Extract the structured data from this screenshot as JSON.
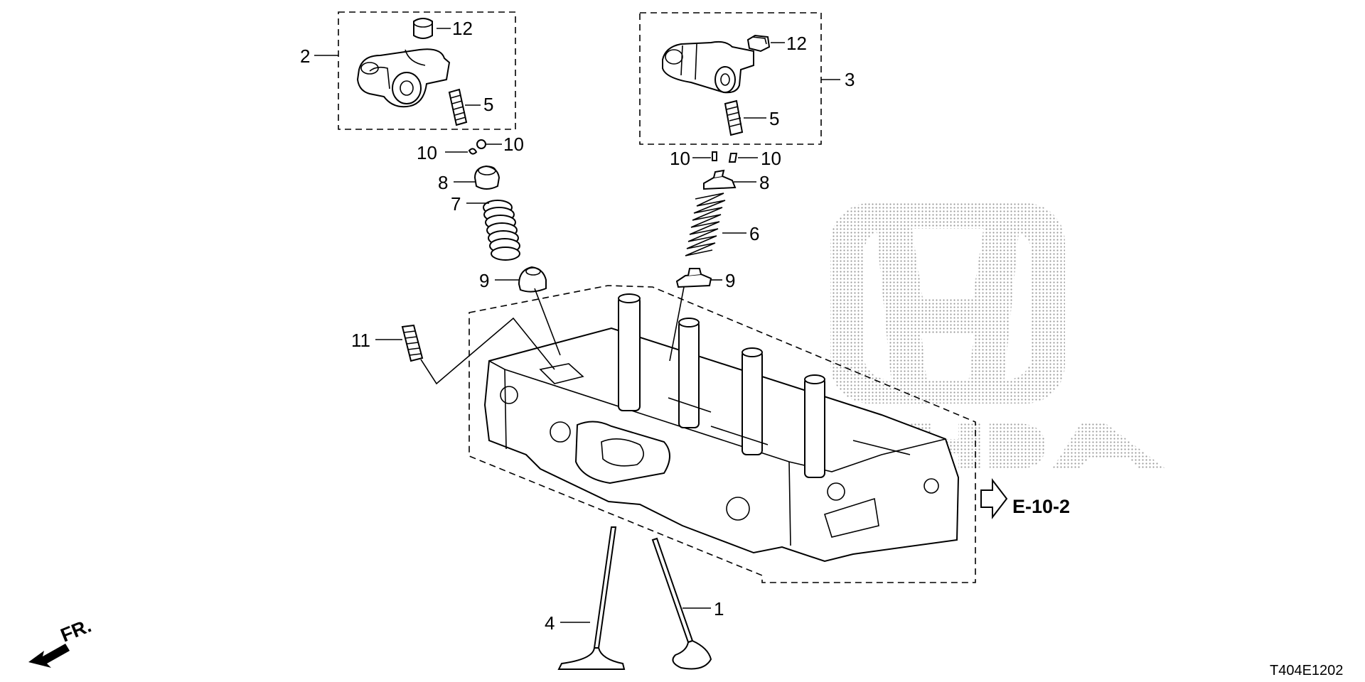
{
  "callouts": {
    "c1": "1",
    "c2": "2",
    "c3": "3",
    "c4": "4",
    "c5a": "5",
    "c5b": "5",
    "c6": "6",
    "c7": "7",
    "c8a": "8",
    "c8b": "8",
    "c9a": "9",
    "c9b": "9",
    "c10a": "10",
    "c10b": "10",
    "c10c": "10",
    "c10d": "10",
    "c11": "11",
    "c12a": "12",
    "c12b": "12"
  },
  "reference": {
    "label": "E-10-2"
  },
  "direction": {
    "label": "FR."
  },
  "diagram_code": "T404E1202",
  "watermark": {
    "brand_logo": "honda-logo"
  }
}
